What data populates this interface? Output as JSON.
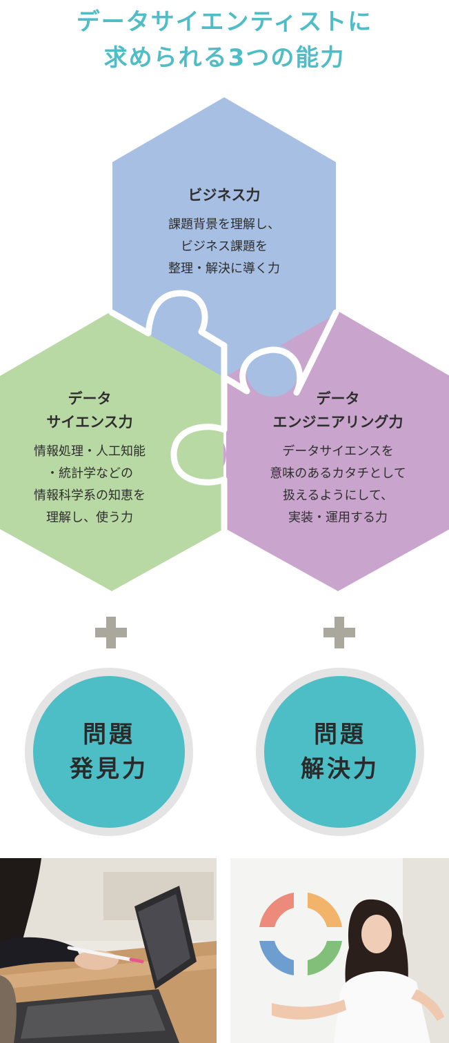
{
  "title": {
    "line1": "データサイエンティストに",
    "line2": "求められる3つの能力"
  },
  "colors": {
    "accent": "#4fbcc6",
    "business": "#a6bfe3",
    "science": "#b9d9a4",
    "engineering": "#c9a5cd",
    "circle": "#4dbdc6"
  },
  "business": {
    "heading": "ビジネス力",
    "lines": [
      "課題背景を理解し、",
      "ビジネス課題を",
      "整理・解決に導く力"
    ]
  },
  "science": {
    "heading_lines": [
      "データ",
      "サイエンス力"
    ],
    "lines": [
      "情報処理・人工知能",
      "・統計学などの",
      "情報科学系の知恵を",
      "理解し、使う力"
    ]
  },
  "engineering": {
    "heading_lines": [
      "データ",
      "エンジニアリング力"
    ],
    "lines": [
      "データサイエンスを",
      "意味のあるカタチとして",
      "扱えるようにして、",
      "実装・運用する力"
    ]
  },
  "circles": {
    "left": [
      "問題",
      "発見力"
    ],
    "right": [
      "問題",
      "解決力"
    ]
  }
}
